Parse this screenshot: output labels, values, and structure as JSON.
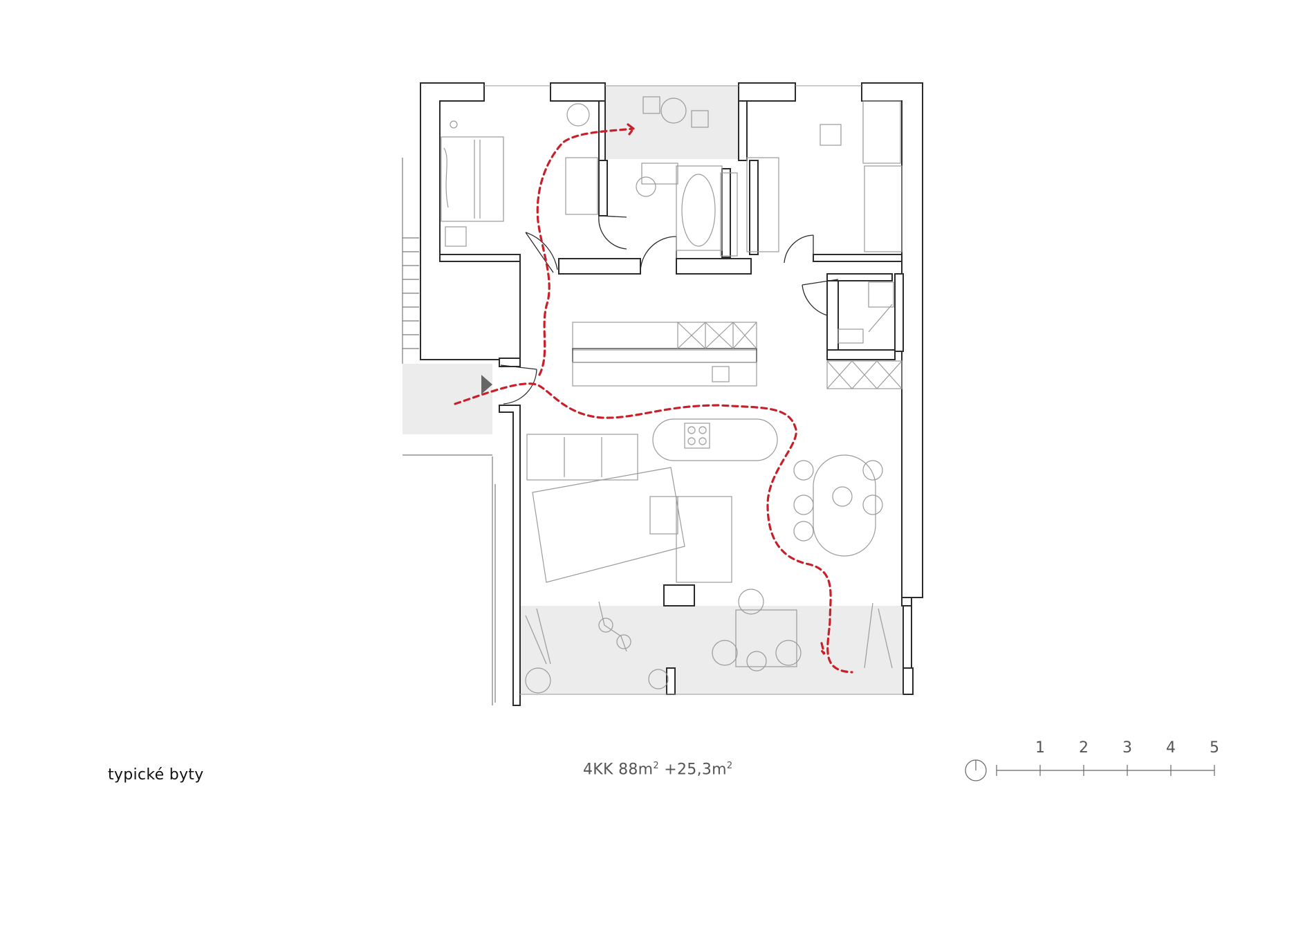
{
  "captions": {
    "typology_label": "typické byty",
    "layout_code": "4KK",
    "area_main": "88m",
    "area_sup": "2",
    "area_extra": "+25,3m",
    "area_extra_sup": "2"
  },
  "scale_bar": {
    "ticks": [
      "1",
      "2",
      "3",
      "4",
      "5"
    ]
  },
  "colors": {
    "wall": "#2b2b2b",
    "furniture": "#9a9a9a",
    "terrace": "#ececec",
    "path": "#c8202a"
  },
  "icons": {
    "north": "north-arrow-icon",
    "entrance": "entrance-arrow-icon"
  }
}
